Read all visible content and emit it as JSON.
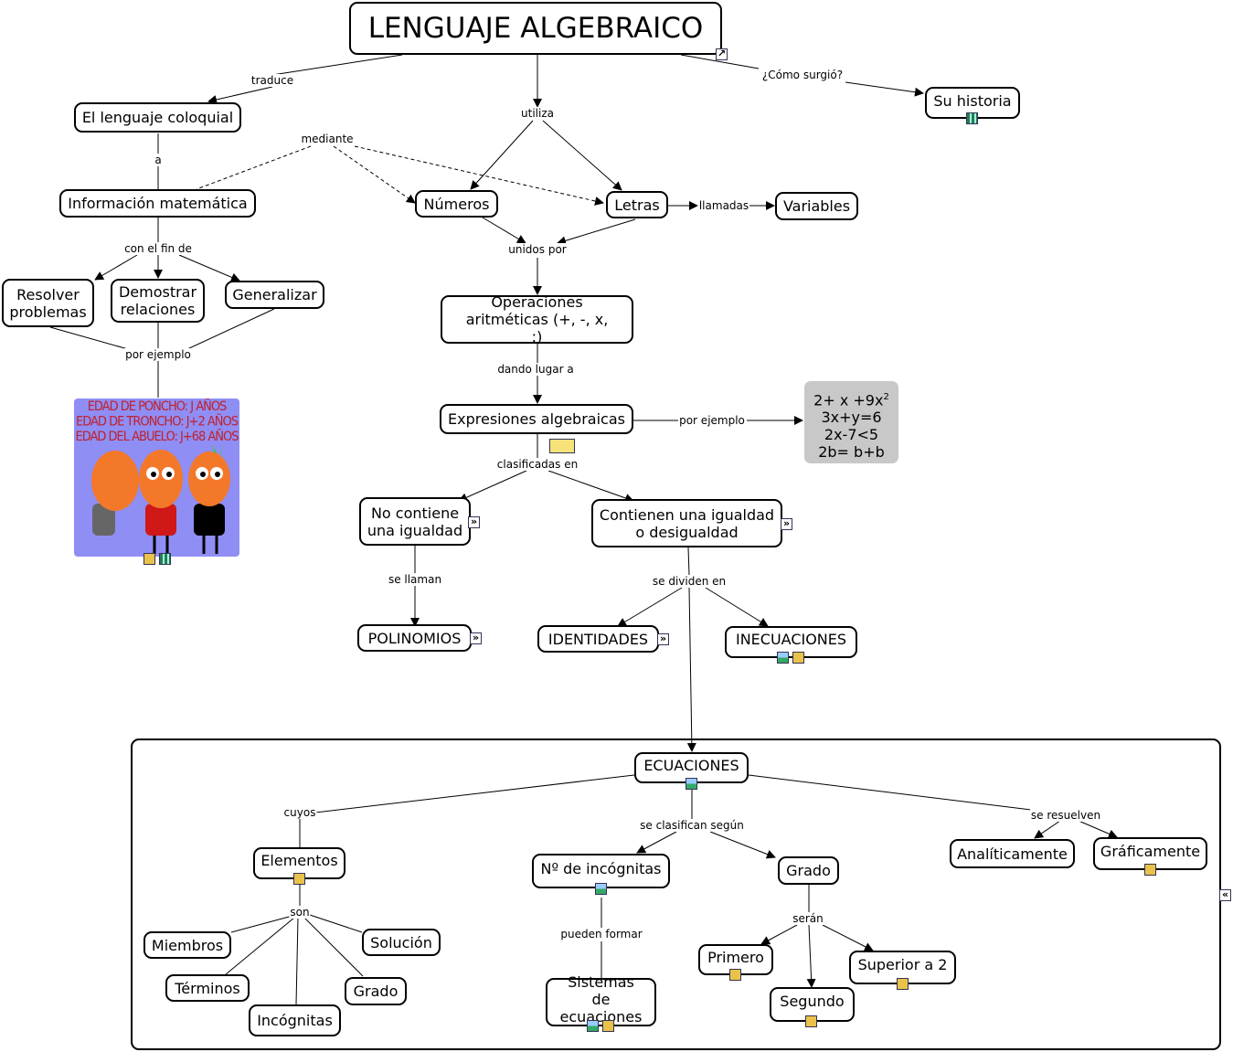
{
  "title": "LENGUAJE ALGEBRAICO",
  "nodes": {
    "coloquial": "El lenguaje coloquial",
    "informacion": "Información matemática",
    "resolver": "Resolver problemas",
    "demostrar": "Demostrar relaciones",
    "generalizar": "Generalizar",
    "numeros": "Números",
    "letras": "Letras",
    "variables": "Variables",
    "historia": "Su historia",
    "operaciones": "Operaciones aritméticas (+, -, x, :)",
    "expresiones": "Expresiones algebraicas",
    "no_igualdad": "No contiene una igualdad",
    "igualdad": "Contienen una igualdad o desigualdad",
    "polinomios": "POLINOMIOS",
    "identidades": "IDENTIDADES",
    "inecuaciones": "INECUACIONES",
    "ecuaciones": "ECUACIONES",
    "elementos": "Elementos",
    "n_incognitas": "Nº de incógnitas",
    "grado": "Grado",
    "analiticamente": "Analíticamente",
    "graficamente": "Gráficamente",
    "miembros": "Miembros",
    "solucion": "Solución",
    "terminos": "Términos",
    "grado2": "Grado",
    "incognitas": "Incógnitas",
    "sistemas": "Sistemas de ecuaciones",
    "primero": "Primero",
    "segundo": "Segundo",
    "superior": "Superior a 2"
  },
  "links": {
    "traduce": "traduce",
    "como_surgio": "¿Cómo surgió?",
    "utiliza": "utiliza",
    "mediante": "mediante",
    "a": "a",
    "llamadas": "llamadas",
    "unidos_por": "unidos por",
    "con_el_fin": "con el fin de",
    "por_ejemplo1": "por ejemplo",
    "dando_lugar": "dando lugar a",
    "por_ejemplo2": "por ejemplo",
    "clasificadas": "clasificadas en",
    "se_llaman": "se llaman",
    "se_dividen": "se dividen en",
    "cuyos": "cuyos",
    "se_clasifican": "se clasifican según",
    "se_resuelven": "se resuelven",
    "son": "son",
    "pueden_formar": "pueden formar",
    "seran": "serán"
  },
  "formulas": [
    "2+ x +9x",
    "3x+y=6",
    "2x-7<5",
    "2b= b+b"
  ],
  "formula_sup": "2",
  "image_text": [
    "EDAD DE PONCHO: J AÑOS",
    "EDAD DE TRONCHO: J+2 AÑOS",
    "EDAD DEL ABUELO: J+68 AÑOS"
  ],
  "colors": {
    "formula_bg": "#c8c8c8",
    "image_bg": "#8f8ef5",
    "image_text": "#c0202a"
  }
}
